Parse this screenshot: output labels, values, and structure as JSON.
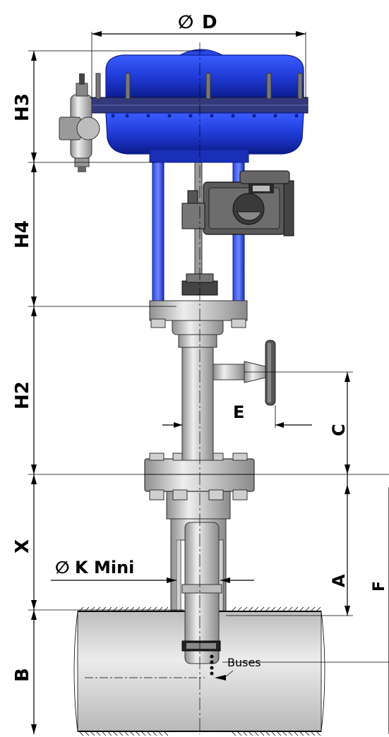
{
  "labels": {
    "phi": "∅",
    "diameter_d": "D",
    "diameter_k_mini": "K Mini",
    "h3": "H3",
    "h4": "H4",
    "h2": "H2",
    "x": "X",
    "b": "B",
    "e": "E",
    "c": "C",
    "a": "A",
    "f": "F",
    "buses": "Buses"
  },
  "colors": {
    "actuator_blue": "#1f3bd6",
    "actuator_dark": "#0c1c8a",
    "steel": "#c9c9c9",
    "steel_dark": "#8a8a8a",
    "pipe": "#d8d8d8",
    "positioner": "#555555"
  }
}
